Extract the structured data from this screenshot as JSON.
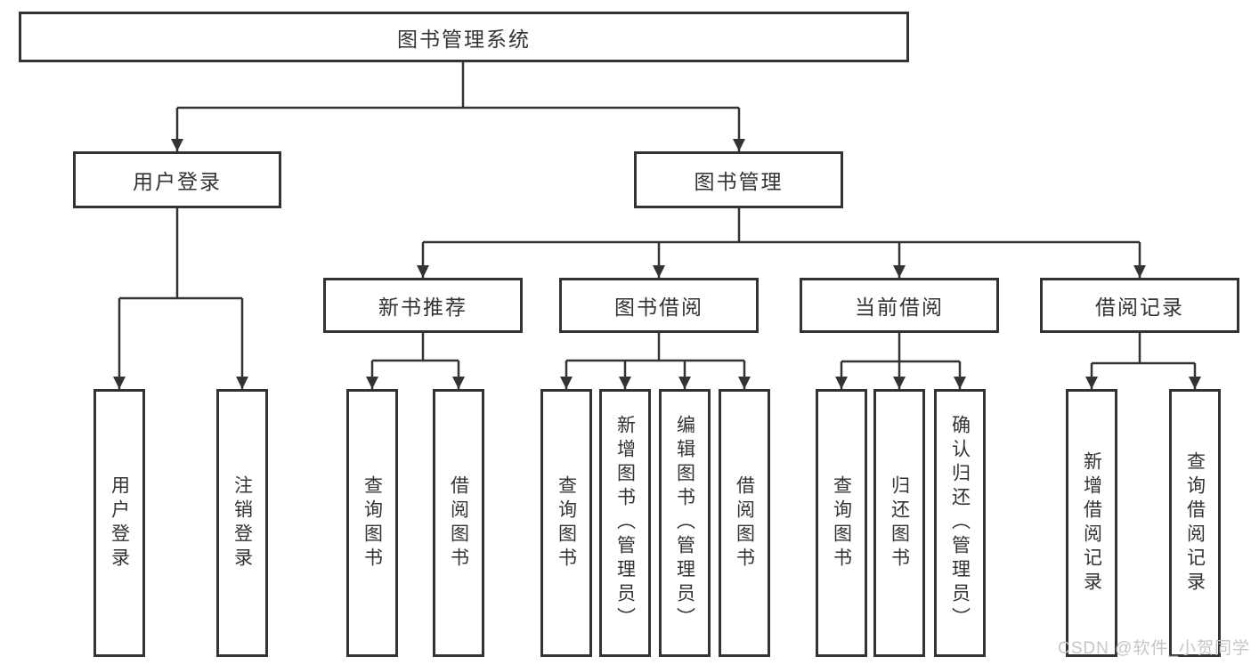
{
  "diagram": {
    "root": {
      "label": "图书管理系统"
    },
    "level2": [
      {
        "label": "用户登录"
      },
      {
        "label": "图书管理"
      }
    ],
    "level3": [
      {
        "label": "新书推荐"
      },
      {
        "label": "图书借阅"
      },
      {
        "label": "当前借阅"
      },
      {
        "label": "借阅记录"
      }
    ],
    "level4": [
      {
        "label": "用户登录"
      },
      {
        "label": "注销登录"
      },
      {
        "label": "查询图书"
      },
      {
        "label": "借阅图书"
      },
      {
        "label": "查询图书"
      },
      {
        "label": "新增图书（管理员）"
      },
      {
        "label": "编辑图书（管理员）"
      },
      {
        "label": "借阅图书"
      },
      {
        "label": "查询图书"
      },
      {
        "label": "归还图书"
      },
      {
        "label": "确认归还（管理员）"
      },
      {
        "label": "新增借阅记录"
      },
      {
        "label": "查询借阅记录"
      }
    ],
    "watermark": "CSDN @软件_小贺同学",
    "colors": {
      "line": "#333333",
      "box_border": "#333333",
      "text": "#333333",
      "background": "#ffffff",
      "watermark": "#c3c3c3"
    }
  }
}
